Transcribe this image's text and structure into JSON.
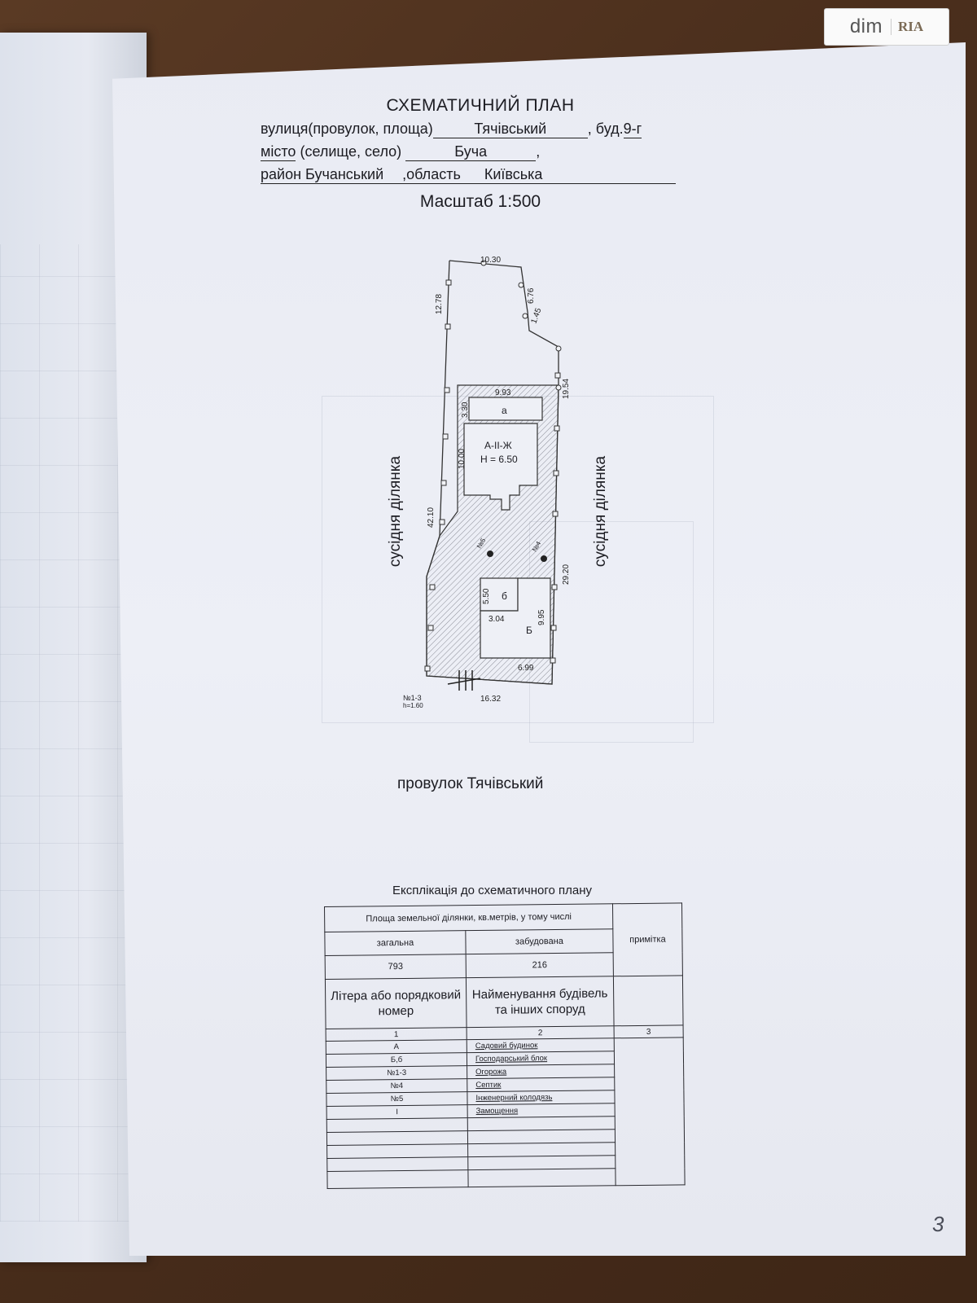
{
  "header": {
    "title": "СХЕМАТИЧНИЙ ПЛАН",
    "street_prefix": "вулиця(провулок, площа)",
    "street_value": "Тячівський",
    "building_prefix": ", буд.",
    "building_value": "9-г",
    "city_prefix": "місто",
    "city_suffix": "(селище, село)",
    "city_value": "Буча",
    "city_comma": ",",
    "district_prefix": "район",
    "district_value": "Бучанський",
    "region_prefix": ",область",
    "region_value": "Київська",
    "scale": "Масштаб 1:500"
  },
  "plan": {
    "dims": {
      "top": "10.30",
      "left_top": "12.78",
      "right_top": "6.76",
      "right_top_small": "1.45",
      "right_mid": "19.54",
      "left_main": "42.10",
      "right_main": "29.20",
      "bottom": "16.32",
      "house_top": "9.93",
      "house_side_small": "3.30",
      "house_side": "10.00",
      "annex_side": "5.50",
      "annex_width": "3.04",
      "annex_height": "9.95",
      "annex_bottom": "6.99"
    },
    "labels": {
      "porch": "а",
      "house_code": "А-ІІ-Ж",
      "house_height": "Н = 6.50",
      "annex_small": "б",
      "annex_big": "Б",
      "well_no": "№5",
      "septic_no": "№4",
      "fence_no": "№1-3",
      "fence_height": "h=1.60"
    },
    "neighbor_left": "сусідня ділянка",
    "neighbor_right": "сусідня ділянка",
    "street": "провулок Тячівський"
  },
  "explication": {
    "title": "Експлікація до схематичного плану",
    "area_header": "Площа земельної ділянки, кв.метрів, у тому числі",
    "total_label": "загальна",
    "built_label": "забудована",
    "total_value": "793",
    "built_value": "216",
    "note_header": "примітка",
    "col1_header": "Літера або порядковий номер",
    "col2_header": "Найменування будівель та інших споруд",
    "col_nums": [
      "1",
      "2",
      "3"
    ],
    "rows": [
      {
        "code": "А",
        "name": "Садовий будинок"
      },
      {
        "code": "Б,б",
        "name": "Господарський блок"
      },
      {
        "code": "№1-3",
        "name": "Огорожа"
      },
      {
        "code": "№4",
        "name": "Септик"
      },
      {
        "code": "№5",
        "name": "Інженерний колодязь"
      },
      {
        "code": "І",
        "name": "Замощення"
      }
    ]
  },
  "page_number": "3",
  "watermark": {
    "left": "dim",
    "right": "RIA"
  }
}
